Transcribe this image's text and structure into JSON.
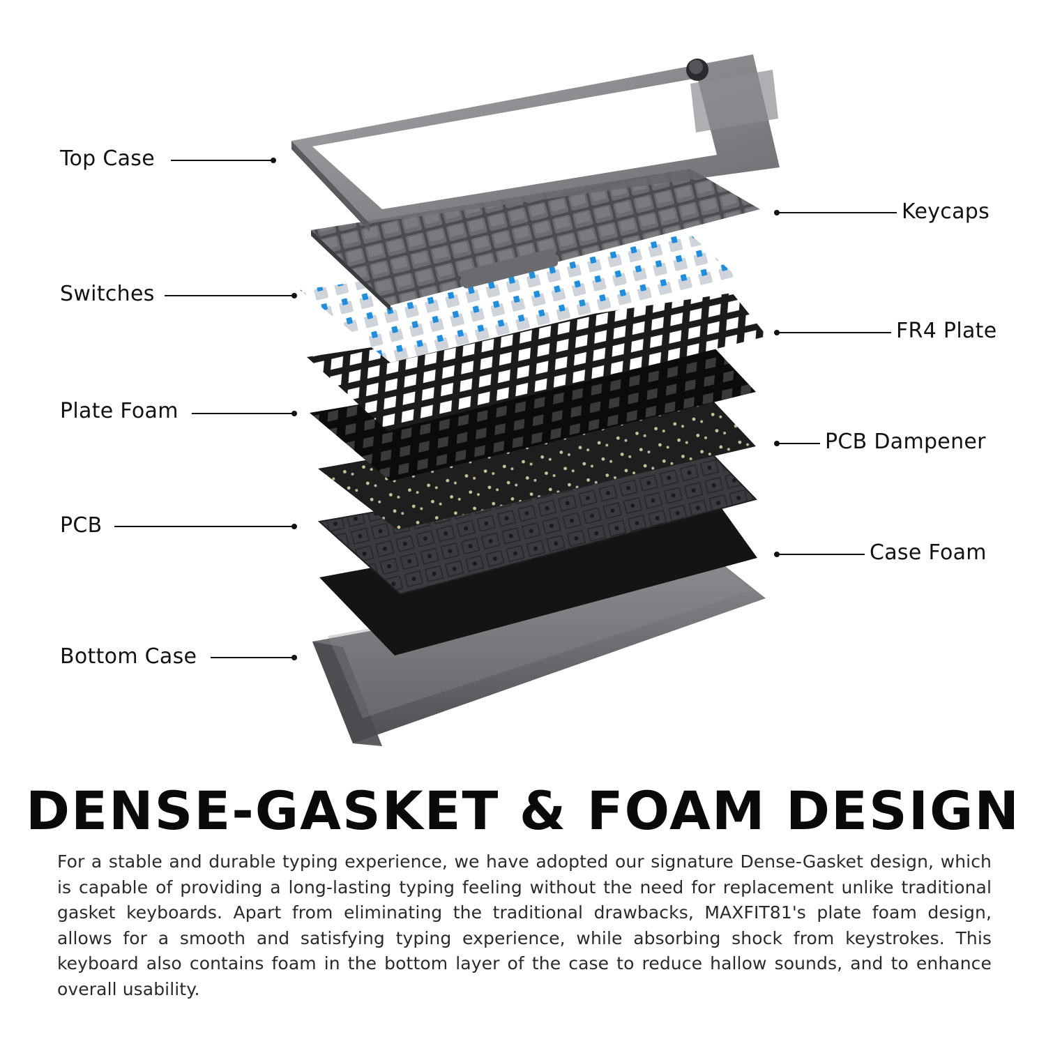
{
  "labels": {
    "top_case": "Top Case",
    "keycaps": "Keycaps",
    "switches": "Switches",
    "fr4_plate": "FR4 Plate",
    "plate_foam": "Plate Foam",
    "pcb_dampener": "PCB Dampener",
    "pcb": "PCB",
    "case_foam": "Case Foam",
    "bottom_case": "Bottom Case"
  },
  "headline": "DENSE-GASKET & FOAM DESIGN",
  "description": "For a stable and durable typing experience, we have adopted our signature Dense-Gasket design, which is capable of providing a long-lasting typing feeling without the need for replacement unlike traditional gasket keyboards. Apart from eliminating the traditional drawbacks, MAXFIT81's plate foam design, allows for a smooth and satisfying typing experience, while absorbing shock from keystrokes. This keyboard also contains foam in the bottom layer of the case to reduce hallow sounds, and to enhance overall usability.",
  "colors": {
    "smoke_case": "#6f7073",
    "keycap": "#5e5f61",
    "switch_accent": "#1c8fe0",
    "plate": "#1d1d1d",
    "foam": "#101010",
    "pcb": "#2a2b2d",
    "text": "#111111"
  }
}
